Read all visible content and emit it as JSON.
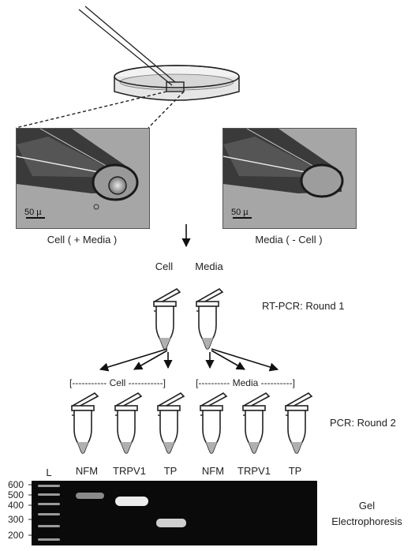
{
  "micrographs": {
    "left": {
      "scale": "50 µ",
      "caption": "Cell ( + Media )"
    },
    "right": {
      "scale": "50 µ",
      "caption": "Media ( - Cell )"
    }
  },
  "round1": {
    "cell_label": "Cell",
    "media_label": "Media",
    "step_label": "RT-PCR: Round 1"
  },
  "round2": {
    "cell_group": "[----------- Cell -----------]",
    "media_group": "[---------- Media ----------]",
    "step_label": "PCR: Round 2"
  },
  "gel": {
    "ladder_label": "L",
    "lanes": [
      "NFM",
      "TRPV1",
      "TP",
      "NFM",
      "TRPV1",
      "TP"
    ],
    "ladder_ticks": [
      "600",
      "500",
      "400",
      "300",
      "200"
    ],
    "title_line1": "Gel",
    "title_line2": "Electrophoresis"
  },
  "colors": {
    "arrow": "#111111",
    "tube_fill": "#b0b0b0",
    "gel_bg": "#0a0a0a",
    "band": "#e8e8e8"
  }
}
